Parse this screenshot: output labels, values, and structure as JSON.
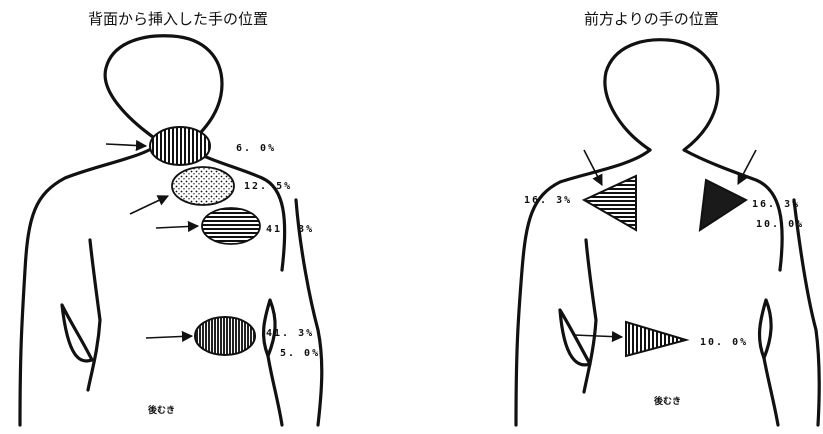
{
  "left_panel": {
    "title": "背面から挿入した手の位置",
    "caption": "後むき",
    "labels": [
      "6. 0%",
      "12. 5%",
      "41. 3%",
      "41. 3%",
      "5. 0%"
    ]
  },
  "right_panel": {
    "title": "前方よりの手の位置",
    "caption": "後むき",
    "labels": [
      "16. 3%",
      "16. 3%",
      "10. 0%",
      "10. 0%"
    ]
  }
}
